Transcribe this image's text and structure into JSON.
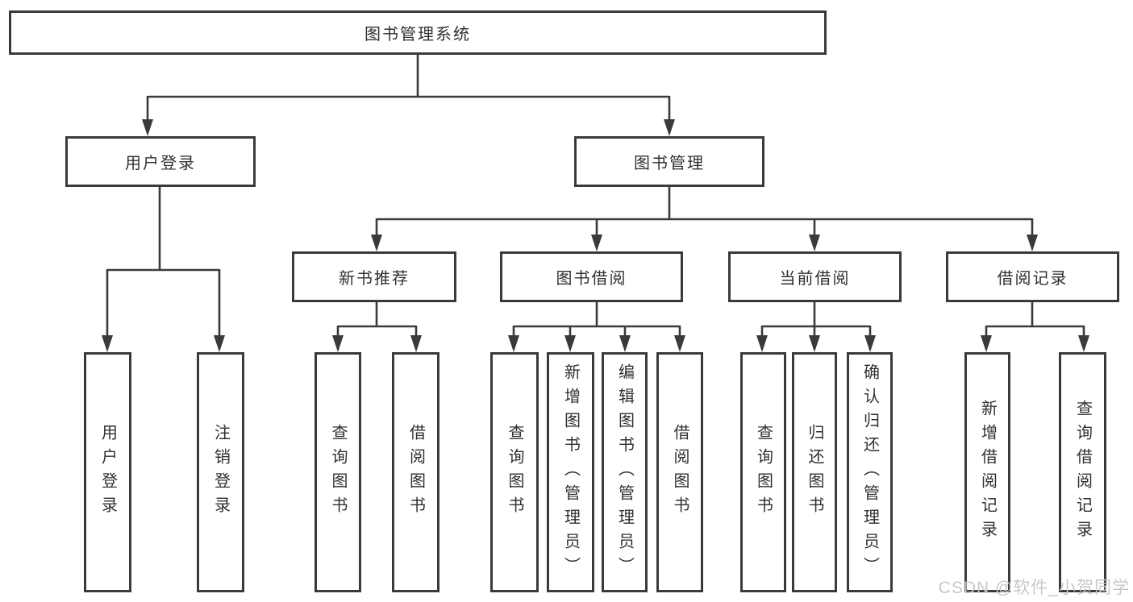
{
  "colors": {
    "line": "#3a3a3a",
    "text": "#303030",
    "watermark": "#c8c8c8",
    "background": "#ffffff"
  },
  "watermark": "CSDN @软件_小贺同学",
  "tree": {
    "root": {
      "label": "图书管理系统"
    },
    "branches": [
      {
        "label": "用户登录",
        "children": [
          {
            "label": "用户登录"
          },
          {
            "label": "注销登录"
          }
        ]
      },
      {
        "label": "图书管理",
        "children": [
          {
            "label": "新书推荐",
            "children": [
              {
                "label": "查询图书"
              },
              {
                "label": "借阅图书"
              }
            ]
          },
          {
            "label": "图书借阅",
            "children": [
              {
                "label": "查询图书"
              },
              {
                "label": "新增图书（管理员）"
              },
              {
                "label": "编辑图书（管理员）"
              },
              {
                "label": "借阅图书"
              }
            ]
          },
          {
            "label": "当前借阅",
            "children": [
              {
                "label": "查询图书"
              },
              {
                "label": "归还图书"
              },
              {
                "label": "确认归还（管理员）"
              }
            ]
          },
          {
            "label": "借阅记录",
            "children": [
              {
                "label": "新增借阅记录"
              },
              {
                "label": "查询借阅记录"
              }
            ]
          }
        ]
      }
    ]
  }
}
